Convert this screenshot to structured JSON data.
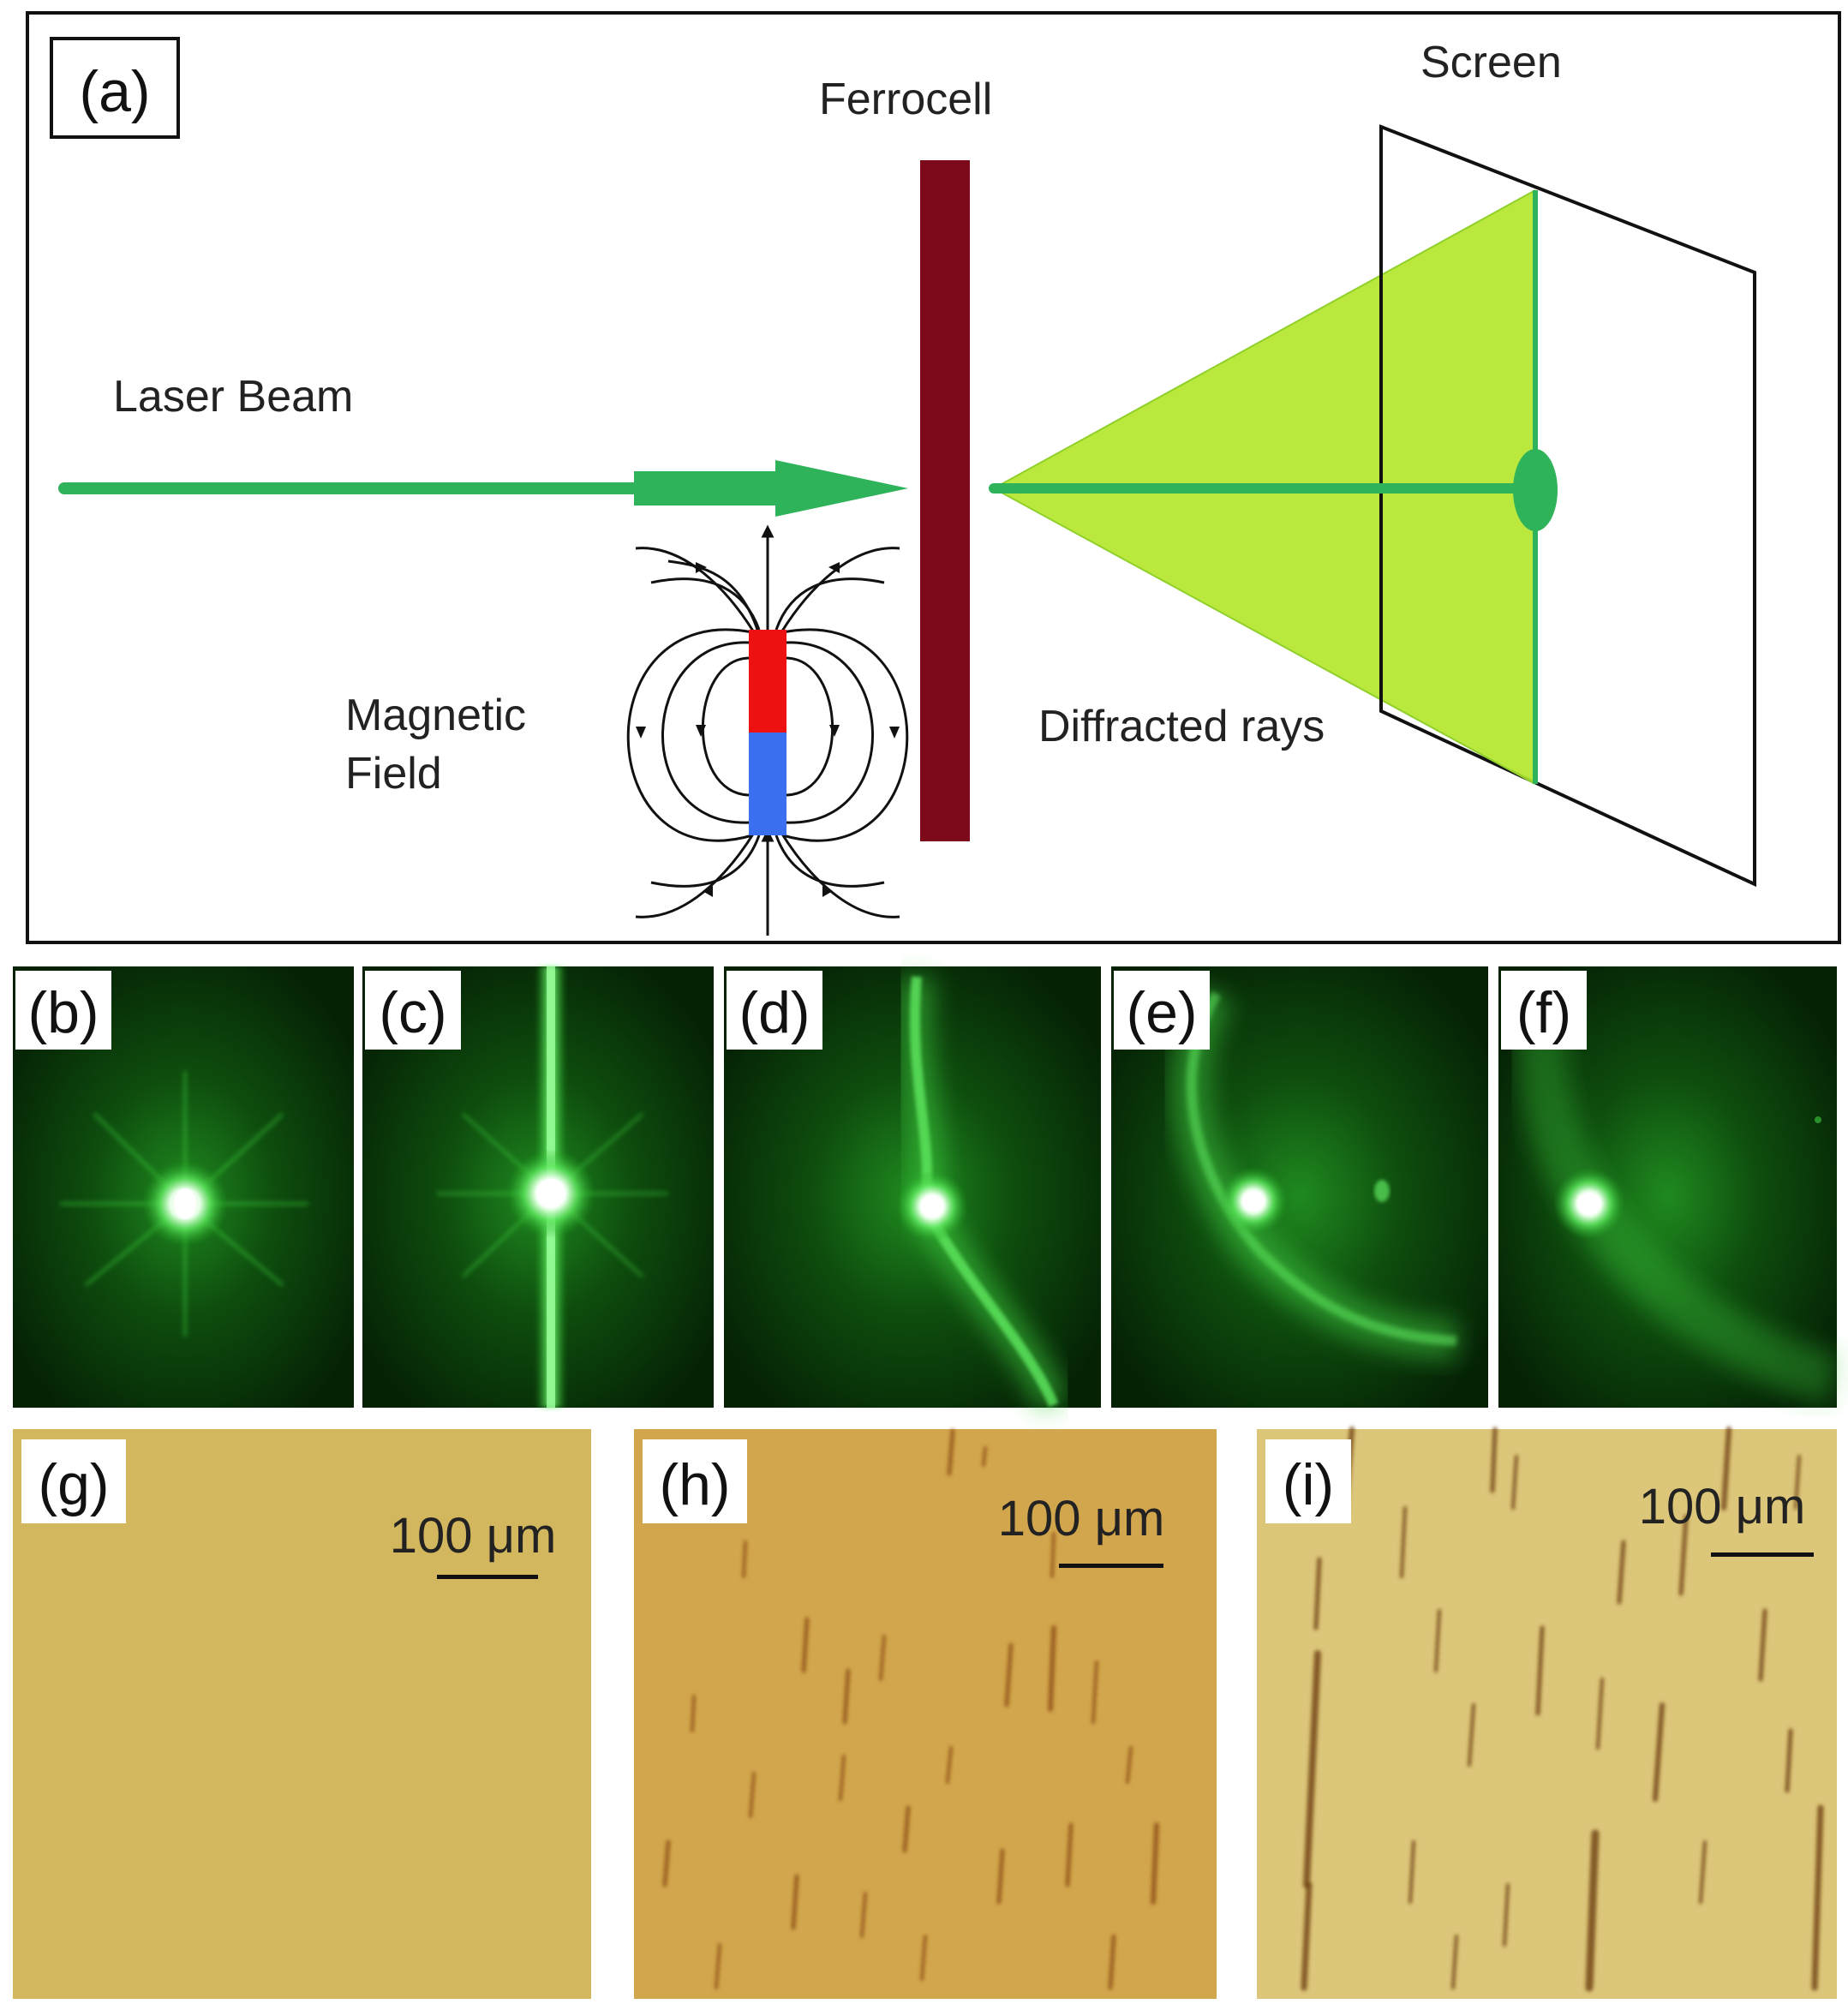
{
  "figure": {
    "panel_a": {
      "tag": "(a)",
      "labels": {
        "laser_beam": "Laser Beam",
        "ferrocell": "Ferrocell",
        "screen": "Screen",
        "magnetic_field_line1": "Magnetic",
        "magnetic_field_line2": "Field",
        "diffracted_rays": "Diffracted rays"
      }
    },
    "diffraction_panels": [
      {
        "tag": "(b)",
        "pattern": "central-spot"
      },
      {
        "tag": "(c)",
        "pattern": "vertical-line"
      },
      {
        "tag": "(d)",
        "pattern": "arc"
      },
      {
        "tag": "(e)",
        "pattern": "arc-with-second-spot"
      },
      {
        "tag": "(f)",
        "pattern": "faint-arc"
      }
    ],
    "micrograph_panels": [
      {
        "tag": "(g)",
        "scale_text": "100 μm"
      },
      {
        "tag": "(h)",
        "scale_text": "100 μm"
      },
      {
        "tag": "(i)",
        "scale_text": "100 μm"
      }
    ]
  },
  "colors": {
    "beam_green": "#2fb35a",
    "cone_fill": "#b5e62c",
    "ferrocell": "#7d0a1a",
    "magnet_north": "#ee1111",
    "magnet_south": "#3a6ff0",
    "diffraction_bg": "#062906",
    "micrograph_bg": "#d4b55e"
  }
}
